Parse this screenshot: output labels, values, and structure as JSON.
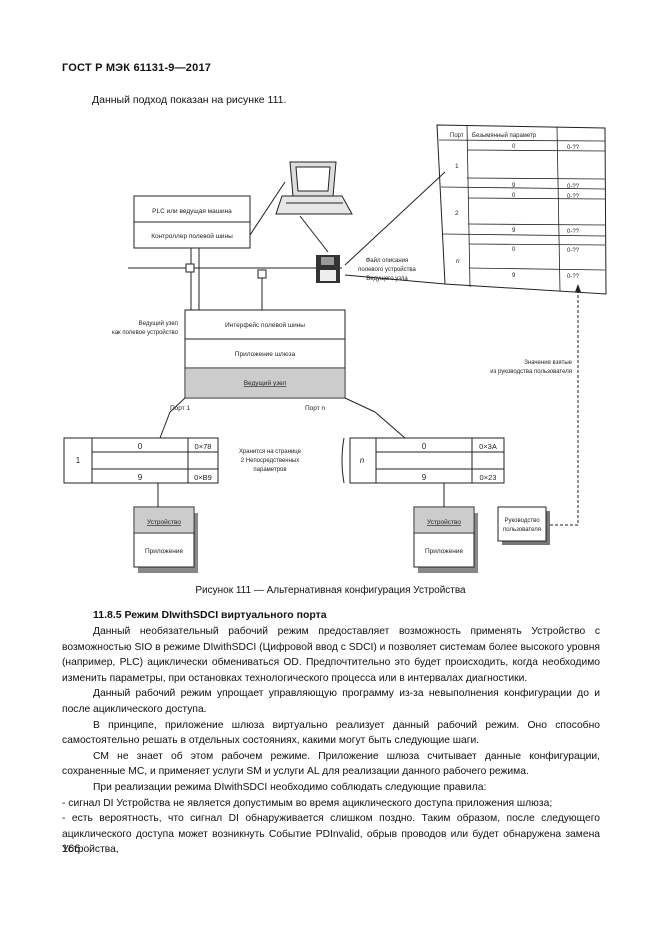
{
  "header": {
    "standard": "ГОСТ Р МЭК 61131-9—2017"
  },
  "intro": "Данный подход показан на рисунке 111.",
  "figure": {
    "plc_title": "PLC или ведущая машина",
    "plc_controller": "Контроллер полевой шины",
    "gateway_fieldbus": "Интерфейс полевой шины",
    "gateway_app": "Приложение шлюза",
    "gateway_master": "Ведущий узел",
    "master_label": [
      "Ведущий узел",
      "как полевое устройство"
    ],
    "file_label": [
      "Файл описания",
      "полевого устройства",
      "Ведущего узла"
    ],
    "values_label": [
      "Значения взятые",
      "из руководства пользователя"
    ],
    "stored_label": [
      "Хранится на странице",
      "2 Непосредственных",
      "параметров"
    ],
    "port1": "Порт 1",
    "portn": "Порт n",
    "manual": [
      "Руководство",
      "пользователя"
    ],
    "device_name": "Устройство",
    "device_app": "Приложение",
    "big_table": {
      "col_port": "Порт",
      "col_param": "Безымянный параметр",
      "groups": [
        {
          "port": "1",
          "first_idx": "0",
          "first_val": "0-??",
          "last_idx": "9",
          "last_val": "0-??"
        },
        {
          "port": "2",
          "first_idx": "0",
          "first_val": "0-??",
          "last_idx": "9",
          "last_val": "0-??"
        },
        {
          "port": "n",
          "first_idx": "0",
          "first_val": "0-??",
          "last_idx": "9",
          "last_val": "0-??"
        }
      ]
    },
    "port1_table": {
      "port": "1",
      "idx0": "0",
      "val0": "0×78",
      "idx9": "9",
      "val9": "0×B9"
    },
    "portn_table": {
      "port": "n",
      "idx0": "0",
      "val0": "0×3A",
      "idx9": "9",
      "val9": "0×23"
    }
  },
  "caption": "Рисунок 111 — Альтернативная конфигурация Устройства",
  "section_title": "11.8.5 Режим DIwithSDCI виртуального порта",
  "paragraphs": [
    "Данный необязательный рабочий режим предоставляет возможность применять Устройство с возможностью SIO в режиме DIwithSDCI (Цифровой ввод с SDCI) и позволяет системам более высокого уровня (например, PLC) ациклически обмениваться OD. Предпочтительно это будет происходить, когда необходимо изменить параметры, при остановках технологического процесса или в интервалах диагностики.",
    "Данный рабочий режим упрощает управляющую программу из-за невыполнения конфигурации до и после ациклического доступа.",
    "В принципе, приложение шлюза виртуально реализует данный рабочий режим. Оно способно самостоятельно решать в отдельных состояниях, какими могут быть следующие шаги.",
    "CM не знает об этом рабочем режиме. Приложение шлюза считывает данные конфигурации, сохраненные MC, и применяет услуги SM и услуги AL для реализации данного рабочего режима.",
    "При реализации режима DIwithSDCI необходимо соблюдать следующие правила:",
    "- сигнал DI Устройства не является допустимым во время ациклического доступа приложения шлюза;",
    "- есть вероятность, что сигнал DI обнаруживается слишком поздно. Таким образом, после следующего ациклического доступа может возникнуть Событие PDInvalid, обрыв проводов или будет обнаружена замена Устройства,"
  ],
  "page_number": "166"
}
